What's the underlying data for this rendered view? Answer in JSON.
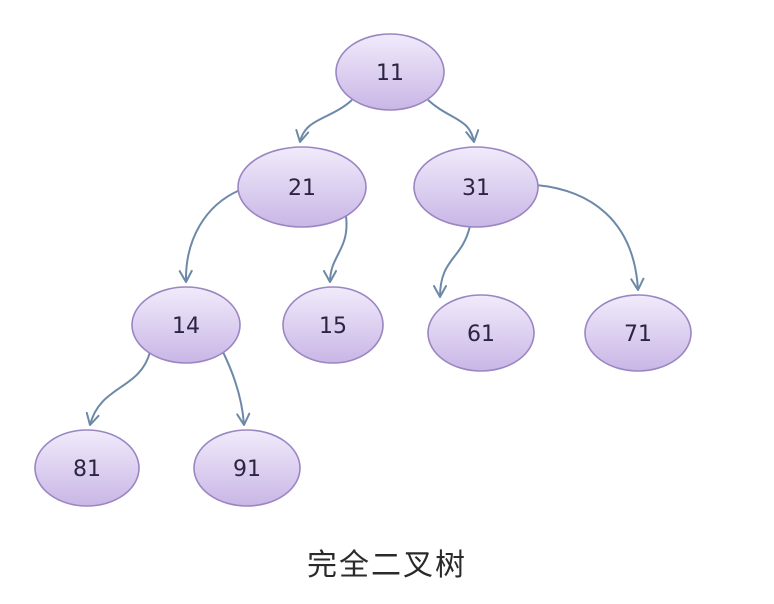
{
  "caption": "完全二叉树",
  "colors": {
    "node_fill_top": "#f1ebfb",
    "node_fill_bottom": "#c9b6e6",
    "node_stroke": "#9a86c2",
    "edge": "#6d89a8",
    "text": "#2b2540"
  },
  "nodes": [
    {
      "id": "n11",
      "label": "11"
    },
    {
      "id": "n21",
      "label": "21"
    },
    {
      "id": "n31",
      "label": "31"
    },
    {
      "id": "n14",
      "label": "14"
    },
    {
      "id": "n15",
      "label": "15"
    },
    {
      "id": "n61",
      "label": "61"
    },
    {
      "id": "n71",
      "label": "71"
    },
    {
      "id": "n81",
      "label": "81"
    },
    {
      "id": "n91",
      "label": "91"
    }
  ],
  "edges": [
    {
      "from": "n11",
      "to": "n21"
    },
    {
      "from": "n11",
      "to": "n31"
    },
    {
      "from": "n21",
      "to": "n14"
    },
    {
      "from": "n21",
      "to": "n15"
    },
    {
      "from": "n31",
      "to": "n61"
    },
    {
      "from": "n31",
      "to": "n71"
    },
    {
      "from": "n14",
      "to": "n81"
    },
    {
      "from": "n14",
      "to": "n91"
    }
  ]
}
